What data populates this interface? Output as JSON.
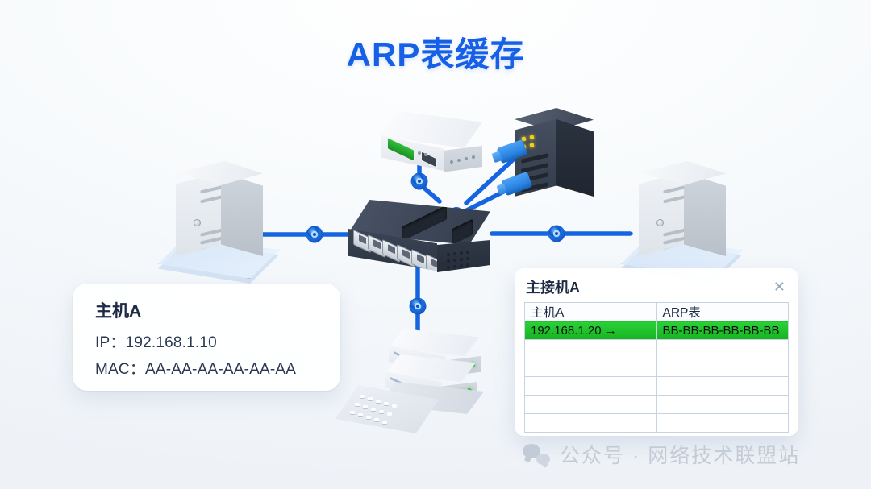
{
  "page": {
    "title": "ARP表缓存",
    "title_color": "#1660e8",
    "background_color": "#f3f6f9"
  },
  "info_card": {
    "heading": "主机A",
    "ip_line": "IP：192.168.1.10",
    "mac_line": "MAC：AA-AA-AA-AA-AA-AA"
  },
  "arp_panel": {
    "title": "主接机A",
    "close_icon": "close-icon",
    "columns": [
      "主机A",
      "ARP表"
    ],
    "rows": [
      {
        "host": "192.168.1.20  →",
        "mac": "BB-BB-BB-BB-BB-BB",
        "highlight": true
      },
      {
        "host": "",
        "mac": "",
        "highlight": false
      },
      {
        "host": "",
        "mac": "",
        "highlight": false
      },
      {
        "host": "",
        "mac": "",
        "highlight": false
      },
      {
        "host": "",
        "mac": "",
        "highlight": false
      },
      {
        "host": "",
        "mac": "",
        "highlight": false
      }
    ],
    "highlight_color": "#22c32a"
  },
  "topology": {
    "link_color": "#1565e0",
    "node_icon": "connection-node-icon",
    "devices": [
      {
        "id": "server-left",
        "name": "server-tower-left"
      },
      {
        "id": "server-right",
        "name": "server-tower-right"
      },
      {
        "id": "rack",
        "name": "server-rack"
      },
      {
        "id": "mini-box",
        "name": "mini-router-box"
      },
      {
        "id": "switch",
        "name": "network-switch"
      },
      {
        "id": "stack",
        "name": "stacked-network-devices"
      },
      {
        "id": "keyboard",
        "name": "keyboard"
      }
    ]
  },
  "footer": {
    "icon": "wechat-icon",
    "text": "公众号 · 网络技术联盟站"
  }
}
